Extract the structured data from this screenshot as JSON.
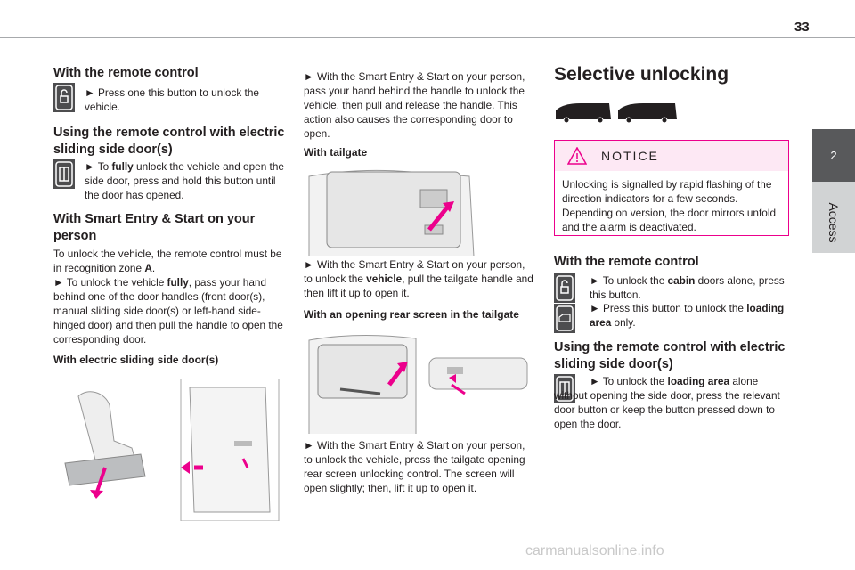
{
  "page_number": "33",
  "side_tab": {
    "number": "2",
    "label": "Access"
  },
  "col1": {
    "h1": "With the remote control",
    "p1": "► Press one this button to unlock the vehicle.",
    "h2": "Using the remote control with electric sliding side door(s)",
    "p2_prefix": "► To ",
    "p2_bold": "fully",
    "p2_suffix": " unlock the vehicle and open the side door, press and hold this button until the door has opened.",
    "h3": "With Smart Entry & Start on your person",
    "p3_a": "To unlock the vehicle, the remote control must be in recognition zone ",
    "p3_a_bold": "A",
    "p3_a_end": ".",
    "p3_b_prefix": "► To unlock the vehicle ",
    "p3_b_bold": "fully",
    "p3_b_suffix": ", pass your hand behind one of the door handles (front door(s), manual sliding side door(s) or left-hand side-hinged door) and then pull the handle to open the corresponding door.",
    "h4": "With electric sliding side door(s)"
  },
  "col2": {
    "p1": "► With the Smart Entry & Start on your person, pass your hand behind the handle to unlock the vehicle, then pull and release the handle. This action also causes the corresponding door to open.",
    "h1": "With tailgate",
    "p2_prefix": "► With the Smart Entry & Start on your person, to unlock the ",
    "p2_bold": "vehicle",
    "p2_suffix": ", pull the tailgate handle and then lift it up to open it.",
    "h2": "With an opening rear screen in the tailgate",
    "p3": "► With the Smart Entry & Start on your person, to unlock the vehicle, press the tailgate opening rear screen unlocking control. The screen will open slightly; then, lift it up to open it."
  },
  "col3": {
    "title": "Selective unlocking",
    "notice_title": "NOTICE",
    "notice_body": "Unlocking is signalled by rapid flashing of the direction indicators for a few seconds. Depending on version, the door mirrors unfold and the alarm is deactivated.",
    "h1": "With the remote control",
    "p1_prefix": "► To unlock the ",
    "p1_bold": "cabin",
    "p1_suffix": " doors alone, press this button.",
    "p2_prefix": "► Press this button to unlock the ",
    "p2_bold": "loading area",
    "p2_suffix": " only.",
    "h2": "Using the remote control with electric sliding side door(s)",
    "p3_prefix": "► To unlock the ",
    "p3_bold": "loading area",
    "p3_suffix": " alone without opening the side door, press the relevant door button or keep the button pressed down to open the door."
  },
  "footer": "carmanualsonline.info",
  "colors": {
    "accent": "#ec008c",
    "tab_dark": "#58595b",
    "tab_light": "#d1d3d4",
    "notice_bg": "#fde8f4"
  }
}
